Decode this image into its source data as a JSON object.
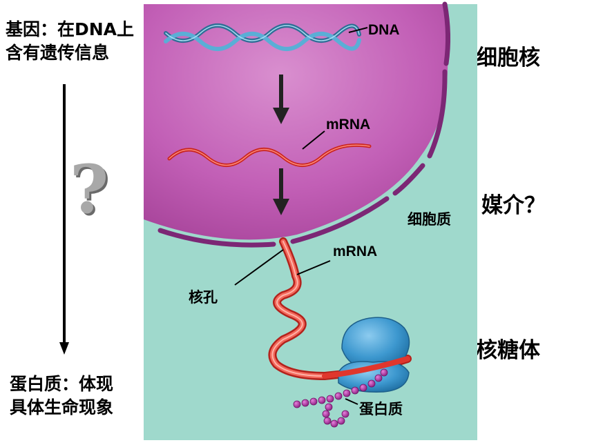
{
  "left": {
    "top_text_line1": "基因：在DNA上",
    "top_text_line2": "含有遗传信息",
    "question_mark": "?",
    "bottom_text_line1": "蛋白质：体现",
    "bottom_text_line2": "具体生命现象"
  },
  "right_labels": {
    "nucleus": "细胞核",
    "medium": "媒介？",
    "ribosome": "核糖体"
  },
  "diagram_labels": {
    "dna": "DNA",
    "mrna_nucleus": "mRNA",
    "mrna_cytoplasm": "mRNA",
    "cytoplasm": "细胞质",
    "nuclear_pore": "核孔",
    "protein": "蛋白质"
  },
  "colors": {
    "cytoplasm_bg": "#9fd9cc",
    "nucleus_fill": "#c25fb6",
    "nuclear_envelope": "#7c2775",
    "dna_strand": "#4f9bc4",
    "mrna_strand": "#e0362d",
    "ribosome": "#3d98cf",
    "protein_chain": "#a02a96"
  }
}
